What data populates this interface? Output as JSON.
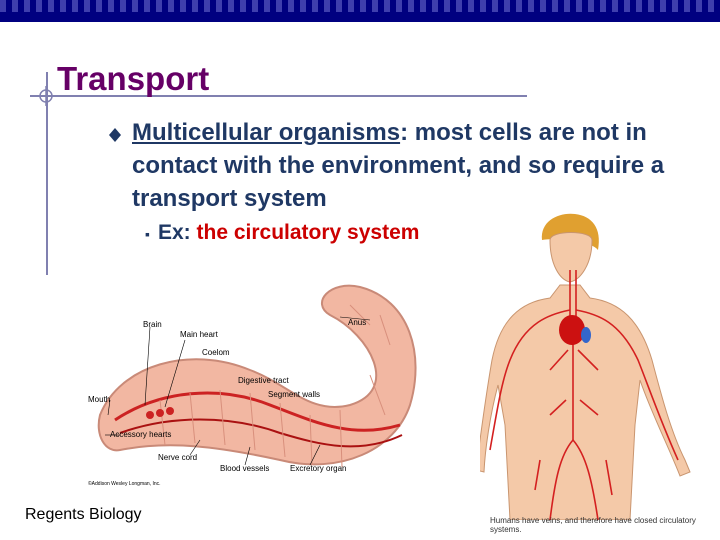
{
  "slide": {
    "title": "Transport",
    "bullet": {
      "term": "Multicellular organisms",
      "rest": ": most cells are not in contact with the environment, and so require a transport system"
    },
    "sub_bullet": {
      "prefix": "Ex:",
      "highlight": "the circulatory system"
    },
    "footer": "Regents Biology"
  },
  "worm_figure": {
    "labels": {
      "brain": "Brain",
      "main_heart": "Main heart",
      "coelom": "Coelom",
      "anus": "Anus",
      "digestive_tract": "Digestive tract",
      "segment_walls": "Segment walls",
      "mouth": "Mouth",
      "accessory_hearts": "Accessory hearts",
      "nerve_cord": "Nerve cord",
      "blood_vessels": "Blood vessels",
      "excretory_organ": "Excretory organ",
      "credit": "©Addison Wesley Longman, Inc."
    }
  },
  "human_figure": {
    "caption": "Humans have veins, and therefore have closed circulatory systems."
  },
  "colors": {
    "title": "#660066",
    "text": "#1f3864",
    "highlight": "#cc0000",
    "top_bar": "#000080"
  }
}
